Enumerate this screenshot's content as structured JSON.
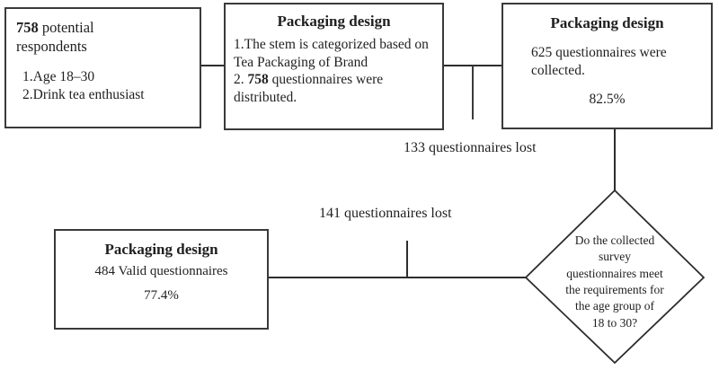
{
  "colors": {
    "background": "#ffffff",
    "box_border": "#3a3a3a",
    "connector_line": "#2d2d2d",
    "text": "#1f1f1f"
  },
  "flowchart": {
    "box_respondents": {
      "count": "758",
      "title": " potential respondents",
      "criteria": [
        "1.Age 18–30",
        "2.Drink tea enthusiast"
      ]
    },
    "box_distributed": {
      "title": "Packaging design",
      "point1": "1.The stem is categorized based on Tea Packaging of Brand",
      "point2_prefix": "2. ",
      "point2_count": "758",
      "point2_rest": " questionnaires were distributed."
    },
    "box_collected": {
      "title": "Packaging design",
      "body": "625 questionnaires were collected.",
      "percentage": "82.5%"
    },
    "box_valid": {
      "title": "Packaging design",
      "body": "484 Valid questionnaires",
      "percentage": "77.4%"
    },
    "label_lost_top": "133 questionnaires lost",
    "label_lost_bottom": "141 questionnaires lost",
    "decision": {
      "lines": [
        "Do the collected",
        "survey",
        "questionnaires meet",
        "the requirements for",
        "the age group of",
        "18 to 30?"
      ]
    }
  }
}
